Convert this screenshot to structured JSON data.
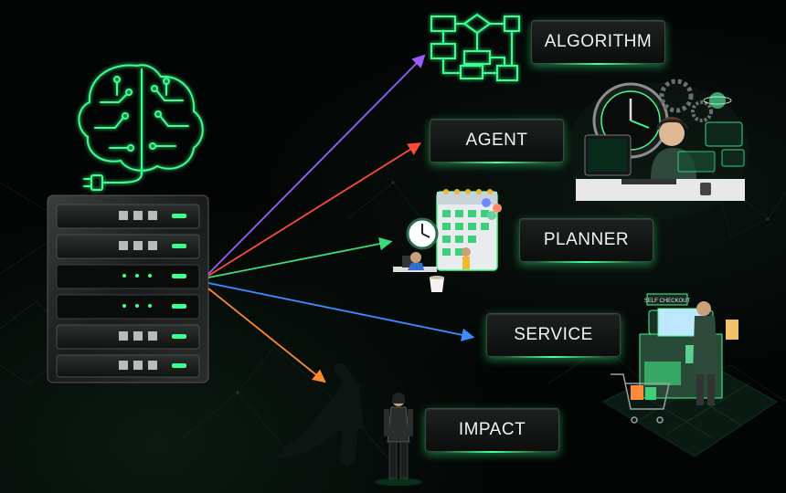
{
  "labels": {
    "algorithm": "ALGORITHM",
    "agent": "AGENT",
    "planner": "PLANNER",
    "service": "SERVICE",
    "impact": "IMPACT"
  },
  "checkout_sign": "SELF CHECKOUT",
  "colors": {
    "accent_green": "#3dff8f",
    "arrow_algorithm": "#9a5cff",
    "arrow_agent": "#ff4a3a",
    "arrow_planner": "#3ddc7a",
    "arrow_service": "#3a8cff",
    "arrow_impact": "#ff8a2a",
    "label_box": "#121614"
  },
  "icons": {
    "brain": "circuit-brain-icon",
    "server": "server-rack-icon",
    "flowchart": "flowchart-icon",
    "agent": "developer-workstation-illustration",
    "planner": "calendar-planner-illustration",
    "service": "self-checkout-illustration",
    "impact": "superhero-silhouette-illustration"
  }
}
